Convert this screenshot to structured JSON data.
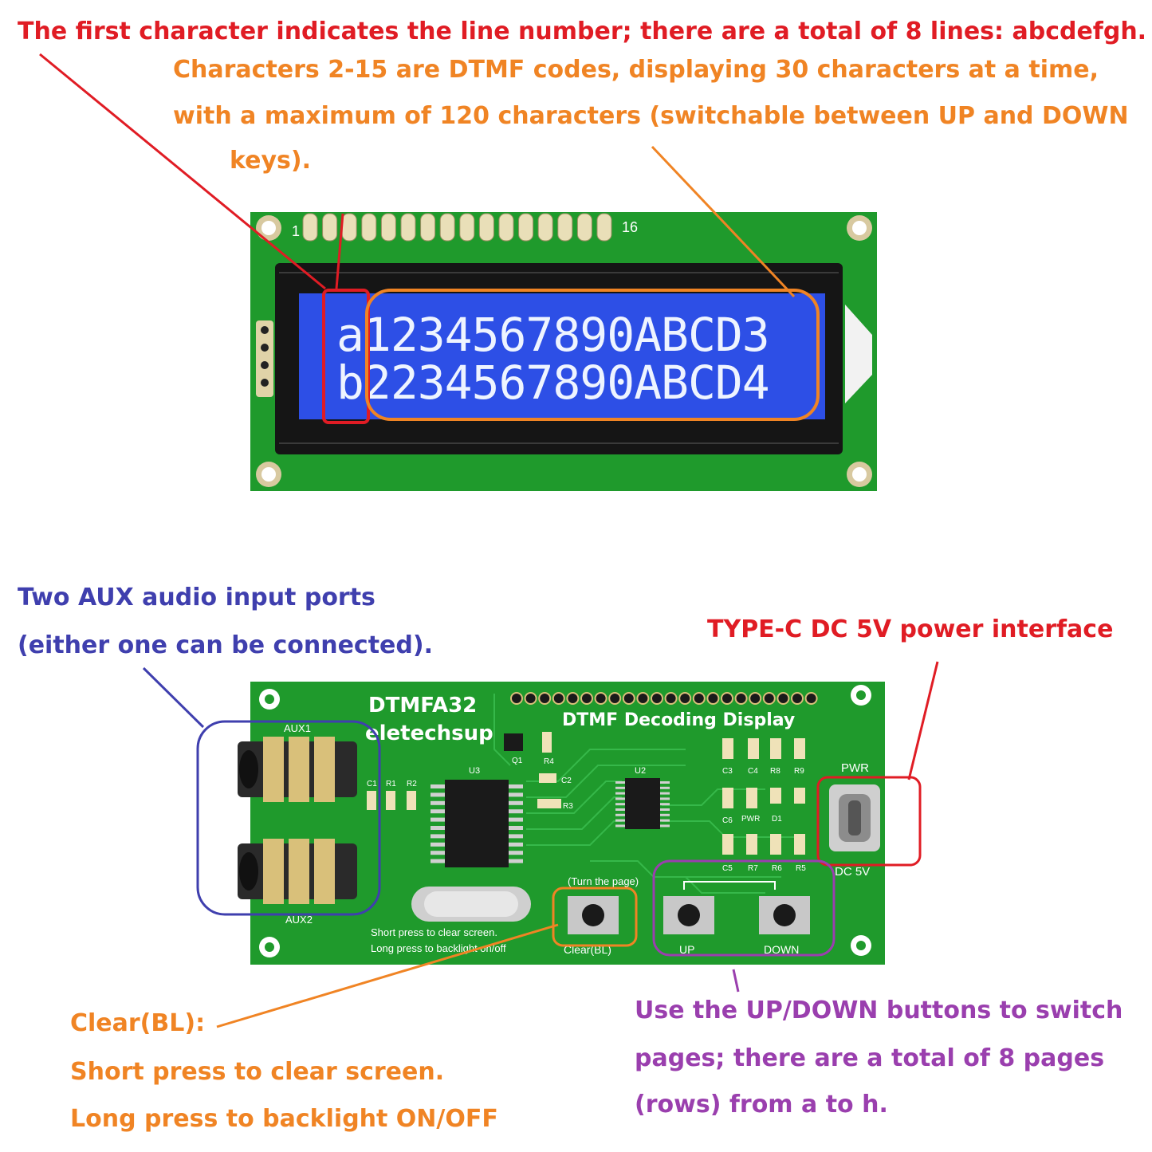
{
  "captions": {
    "line_number": "The first character indicates the line number; there are a total of 8 lines: abcdefgh.",
    "dtmf_codes_1": "Characters 2-15 are DTMF codes, displaying 30 characters at a time,",
    "dtmf_codes_2": "with a maximum of 120 characters (switchable between UP and DOWN",
    "dtmf_codes_3": "keys).",
    "aux_1": "Two AUX audio input ports",
    "aux_2": "(either one can be connected).",
    "typec": "TYPE-C DC 5V power interface",
    "clear_1": "Clear(BL):",
    "clear_2": "Short press to clear screen.",
    "clear_3": "Long press to backlight ON/OFF",
    "updown_1": "Use the UP/DOWN buttons to switch",
    "updown_2": "pages; there are a total of 8 pages",
    "updown_3": "(rows) from a to h."
  },
  "lcd": {
    "pin_first": "1",
    "pin_last": "16",
    "row1": "a1234567890ABCD3",
    "row2": "b2234567890ABCD4"
  },
  "board": {
    "model": "DTMFA32",
    "brand": "eletechsup",
    "title": "DTMF Decoding Display",
    "aux1": "AUX1",
    "aux2": "AUX2",
    "pwr": "PWR",
    "dc5v": "DC 5V",
    "turn_page": "(Turn the page)",
    "short_press": "Short press to clear screen.",
    "long_press": "Long press to backlight on/off",
    "clear_label": "Clear(BL)",
    "up_label": "UP",
    "down_label": "DOWN",
    "labels": {
      "q1": "Q1",
      "r4": "R4",
      "u3": "U3",
      "c2": "C2",
      "r3": "R3",
      "u2": "U2",
      "c1": "C1",
      "r1": "R1",
      "r2": "R2",
      "c3": "C3",
      "c4": "C4",
      "r8": "R8",
      "r9": "R9",
      "c6": "C6",
      "pwr_led": "PWR",
      "d1": "D1",
      "c5": "C5",
      "r7": "R7",
      "r6": "R6",
      "r5": "R5"
    }
  },
  "colors": {
    "red": "#e01c24",
    "orange": "#f08424",
    "blue": "#3f3fae",
    "purple": "#9a3fae",
    "pcb_green": "#1f9a2c",
    "lcd_blue": "#2d4fe6"
  }
}
